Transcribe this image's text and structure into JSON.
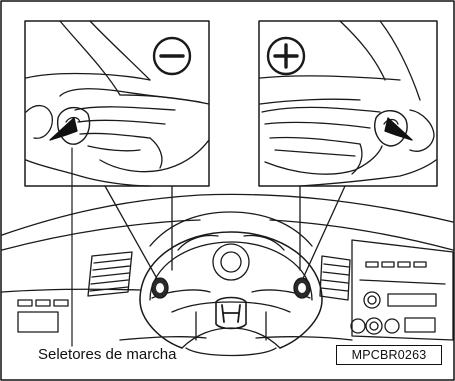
{
  "figure": {
    "caption": "Seletores de marcha",
    "code": "MPCBR0263",
    "left_panel_symbol": "minus-symbol",
    "right_panel_symbol": "plus-symbol",
    "steering_logo": "honda-h-logo"
  }
}
